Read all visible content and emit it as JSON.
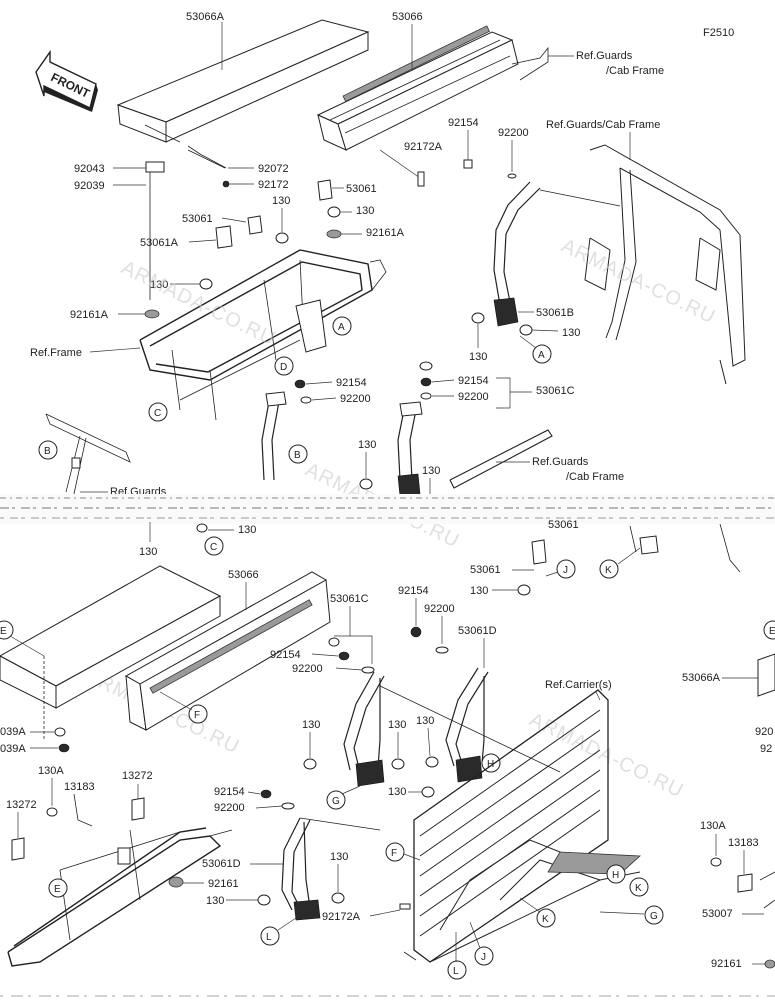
{
  "figure_code": "F2510",
  "front_label": "FRONT",
  "watermark": "ARMADA-CO.RU",
  "labels": {
    "l53066A_top": "53066A",
    "l53066_top": "53066",
    "l_ref_guards_cab_top": "Ref.Guards",
    "l_cab_frame_top": "/Cab Frame",
    "l_ref_guards_cab_right": "Ref.Guards/Cab Frame",
    "l92154_a": "92154",
    "l92200_a": "92200",
    "l92172A_a": "92172A",
    "l92043": "92043",
    "l92039": "92039",
    "l92072": "92072",
    "l92172": "92172",
    "l53061_a": "53061",
    "l53061_b": "53061",
    "l53061A": "53061A",
    "l130_a": "130",
    "l130_b": "130",
    "l130_c": "130",
    "l92161A_a": "92161A",
    "l92161A_b": "92161A",
    "l_ref_frame": "Ref.Frame",
    "l53061B": "53061B",
    "l130_d": "130",
    "l130_e": "130",
    "l92154_b": "92154",
    "l92200_b": "92200",
    "l92154_c": "92154",
    "l92200_c": "92200",
    "l53061C_a": "53061C",
    "l_ref_guards_mid": "Ref.Guards",
    "l_cab_frame_mid": "/Cab Frame",
    "l_ref_guards_left": "Ref.Guards",
    "l130_f": "130",
    "l130_g": "130",
    "l130_h": "130",
    "l130_i": "130",
    "l53066_b": "53066",
    "l53061_c": "53061",
    "l130_j": "130",
    "l92154_d": "92154",
    "l92200_d": "92200",
    "l53061C_b": "53061C",
    "l53061D_a": "53061D",
    "l92154_e": "92154",
    "l92200_e": "92200",
    "l_ref_carrier": "Ref.Carrier(s)",
    "l53066A_b": "53066A",
    "l130_k": "130",
    "l130_l": "130",
    "l130_m": "130",
    "l130_n": "130",
    "l039A_a": "039A",
    "l039A_b": "039A",
    "l13272_a": "13272",
    "l130A_a": "130A",
    "l13183_a": "13183",
    "l13272_b": "13272",
    "l92154_f": "92154",
    "l92200_f": "92200",
    "l130_o": "130",
    "l53061D_b": "53061D",
    "l130_p": "130",
    "l92161": "92161",
    "l92172A_b": "92172A",
    "l130A_b": "130A",
    "l13183_b": "13183",
    "l53007": "53007",
    "l92161_b": "92161",
    "l920_a": "920",
    "l92_b": "92",
    "l53061_cut": "53061"
  },
  "callouts": {
    "A": "A",
    "B": "B",
    "C": "C",
    "D": "D",
    "E": "E",
    "F": "F",
    "G": "G",
    "H": "H",
    "J": "J",
    "K": "K",
    "L": "L"
  }
}
